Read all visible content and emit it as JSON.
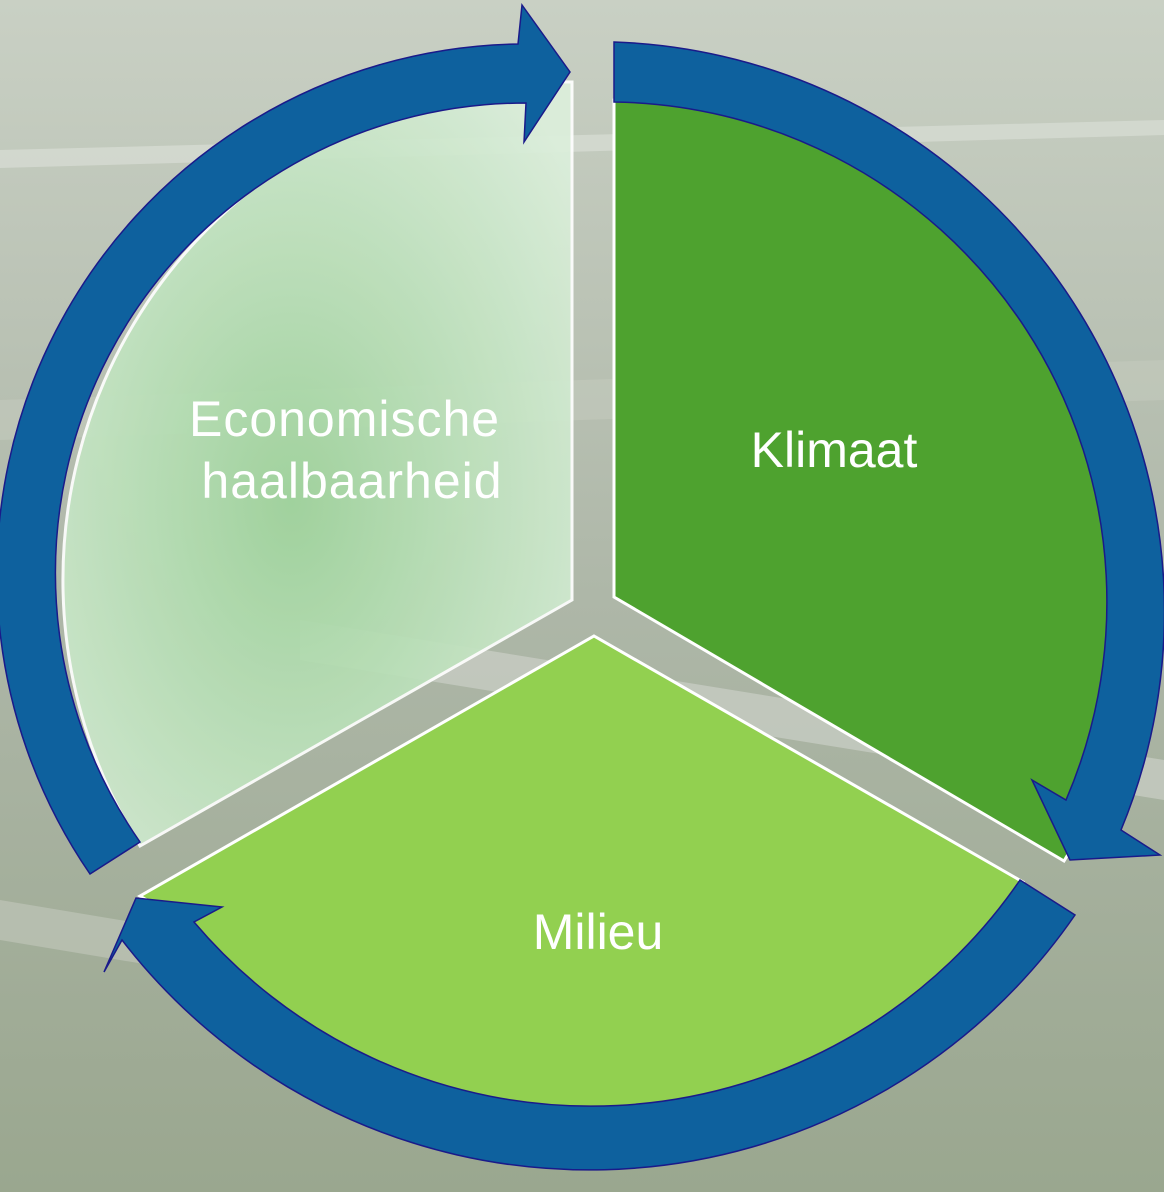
{
  "diagram": {
    "type": "cycle",
    "segments": [
      {
        "label": "Klimaat",
        "color": "#4ea22f"
      },
      {
        "label": "Milieu",
        "color": "#92d050"
      },
      {
        "label": [
          "Economische",
          "haalbaarheid"
        ],
        "color": "#c8e6c7"
      }
    ],
    "arrow_color": "#0e619e",
    "arrow_stroke": "#1a1a8a",
    "background_color": "#b9c2b2"
  }
}
